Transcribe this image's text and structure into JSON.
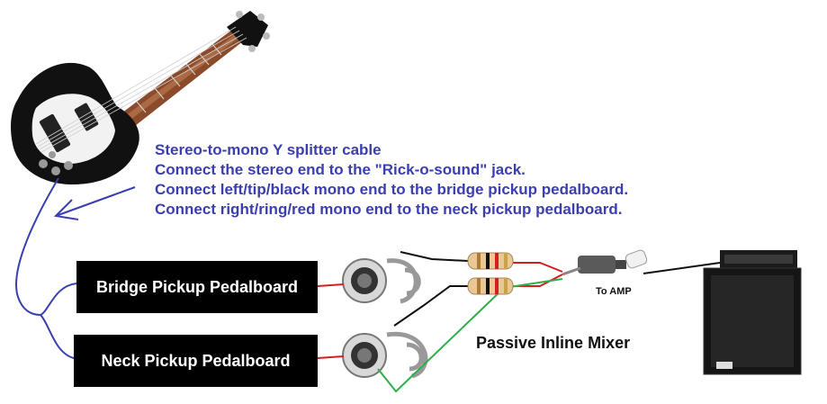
{
  "instructions": [
    "Stereo-to-mono Y splitter cable",
    "Connect the stereo end to the \"Rick-o-sound\" jack.",
    "Connect left/tip/black mono end to the bridge pickup pedalboard.",
    "Connect right/ring/red mono end to the neck pickup pedalboard."
  ],
  "boxes": {
    "bridge": "Bridge Pickup Pedalboard",
    "neck": "Neck Pickup Pedalboard"
  },
  "mixer_label": "Passive Inline Mixer",
  "amp_label": "To AMP",
  "colors": {
    "text_blue": "#3b3fae",
    "cable_blue": "#3a3fb0",
    "wire_red": "#d21f1f",
    "wire_green": "#2fae4a",
    "wire_black": "#111111"
  },
  "icons": [
    "bass-guitar-icon",
    "jack-icon",
    "resistor-icon",
    "plug-icon",
    "amp-icon"
  ]
}
